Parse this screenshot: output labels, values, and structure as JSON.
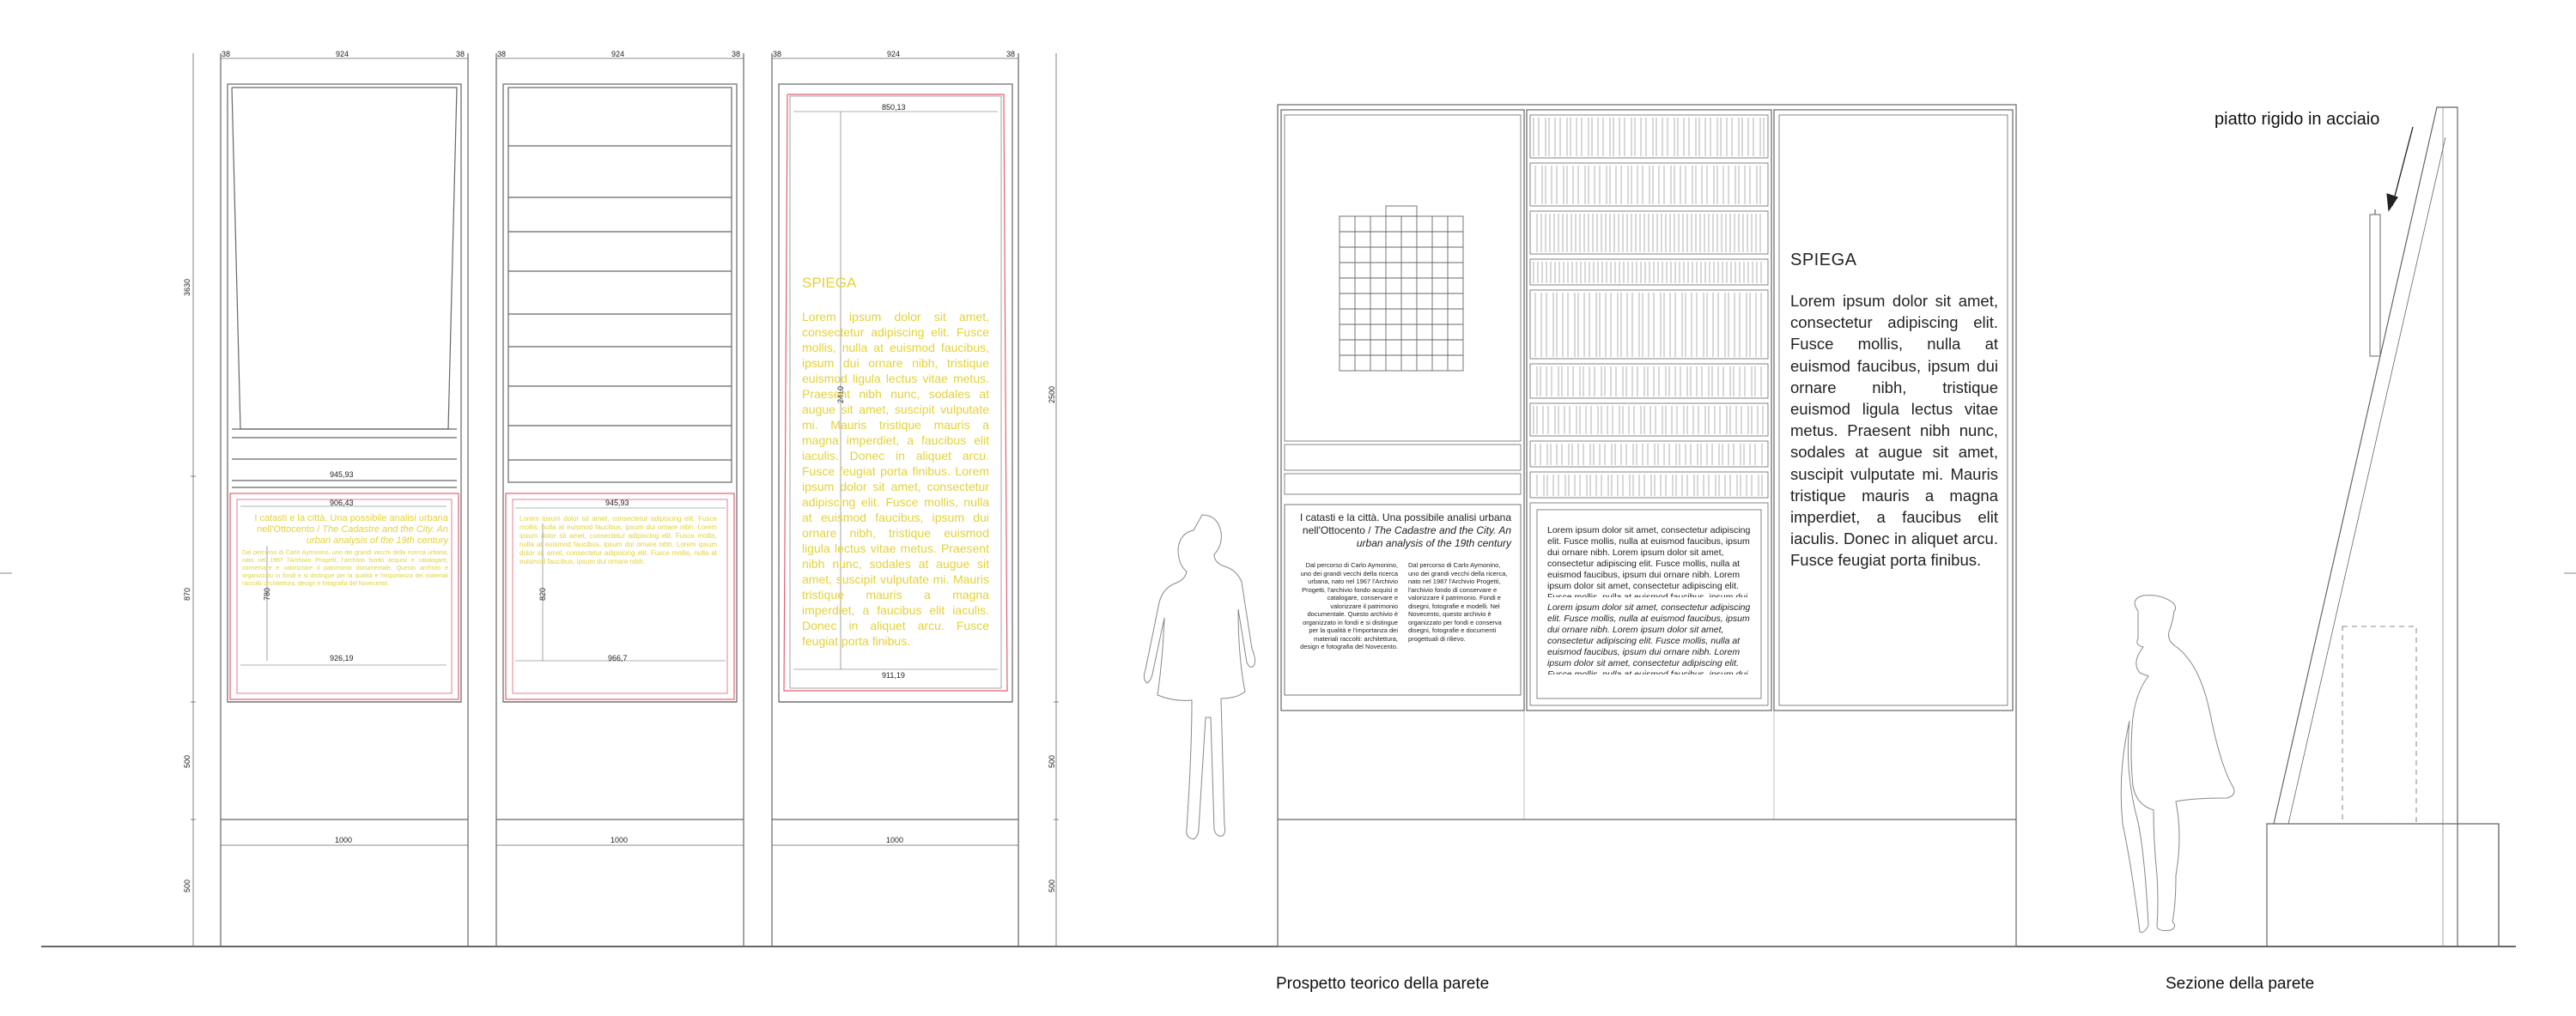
{
  "captions": {
    "elevation": "Prospetto teorico della parete",
    "section": "Sezione della parete"
  },
  "annotation": {
    "steel_plate": "piatto rigido in acciaio"
  },
  "panel": {
    "title": "SPIEGA",
    "body": "Lorem ipsum dolor sit amet, consectetur adipiscing elit. Fusce mollis, nulla at euismod faucibus, ipsum dui ornare nibh, tristique euismod ligula lectus vitae metus. Praesent nibh nunc, sodales at augue sit amet, suscipit vulputate mi. Mauris tristique mauris a magna imperdiet, a faucibus elit iaculis. Donec in aliquet arcu. Fusce feugiat porta finibus."
  },
  "text_block_left": {
    "heading": "I catasti e la città. Una possibile analisi urbana nell'Ottocento /",
    "heading_italic": "The Cadastre and the City. An urban analysis of the 19th century",
    "col1": "Dal percorso di Carlo Aymonino, uno dei grandi vecchi della ricerca urbana, nato nel 1967 l'Archivio Progetti, l'archivio fondo acquisì e catalogare, conservare e valorizzare il patrimonio documentale. Questo archivio è organizzato in fondi e si distingue per la qualità e l'importanza dei materiali raccolti: architettura, design e fotografia del Novecento.",
    "col2": "Dal percorso di Carlo Aymonino, uno dei grandi vecchi della ricerca, nato nel 1987 l'Archivio Progetti, l'archivio fondo di conservare e valorizzare il patrimonio. Fondi e disegni, fotografie e modelli. Nel Novecento, questo archivio è organizzato per fondi e conserva disegni, fotografie e documenti progettuali di rilievo."
  },
  "text_block_mid": {
    "normal": "Lorem ipsum dolor sit amet, consectetur adipiscing elit. Fusce mollis, nulla at euismod faucibus, ipsum dui ornare nibh. Lorem ipsum dolor sit amet, consectetur adipiscing elit. Fusce mollis, nulla at euismod faucibus, ipsum dui ornare nibh. Lorem ipsum dolor sit amet, consectetur adipiscing elit. Fusce mollis, nulla at euismod faucibus, ipsum dui ornare nibh.",
    "italic": "Lorem ipsum dolor sit amet, consectetur adipiscing elit. Fusce mollis, nulla at euismod faucibus, ipsum dui ornare nibh. Lorem ipsum dolor sit amet, consectetur adipiscing elit. Fusce mollis, nulla at euismod faucibus, ipsum dui ornare nibh. Lorem ipsum dolor sit amet, consectetur adipiscing elit. Fusce mollis, nulla at euismod faucibus, ipsum dui ornare nibh."
  },
  "yellow_panel": {
    "title": "SPIEGA",
    "body": "Lorem ipsum dolor sit amet, consectetur adipiscing elit. Fusce mollis, nulla at euismod faucibus, ipsum dui ornare nibh, tristique euismod ligula lectus vitae metus. Praesent nibh nunc, sodales at augue sit amet, suscipit vulputate mi. Mauris tristique mauris a magna imperdiet, a faucibus elit iaculis. Donec in aliquet arcu. Fusce feugiat porta finibus. Lorem ipsum dolor sit amet, consectetur adipiscing elit. Fusce mollis, nulla at euismod faucibus, ipsum dui ornare nibh, tristique euismod ligula lectus vitae metus. Praesent nibh nunc, sodales at augue sit amet, suscipit vulputate mi. Mauris tristique mauris a magna imperdiet, a faucibus elit iaculis. Donec in aliquet arcu. Fusce feugiat porta finibus."
  },
  "dimensions": {
    "top_38": "38",
    "top_924": "924",
    "w_1000": "1000",
    "h_3630": "3630",
    "h_870": "870",
    "h_500": "500",
    "h_500b": "500",
    "h_2500": "2500",
    "h_500c": "500",
    "h_500d": "500",
    "d_945_93": "945,93",
    "d_906_43": "906,43",
    "d_926_19": "926,19",
    "d_780": "780",
    "d_945_93b": "945,93",
    "d_966_7": "966,7",
    "d_820": "820",
    "d_850_13": "850,13",
    "d_2410": "2410",
    "d_911_19": "911,19"
  },
  "colors": {
    "line": "#555555",
    "red": "#e06070",
    "yellow": "#e3d23a",
    "ground": "#333333"
  }
}
